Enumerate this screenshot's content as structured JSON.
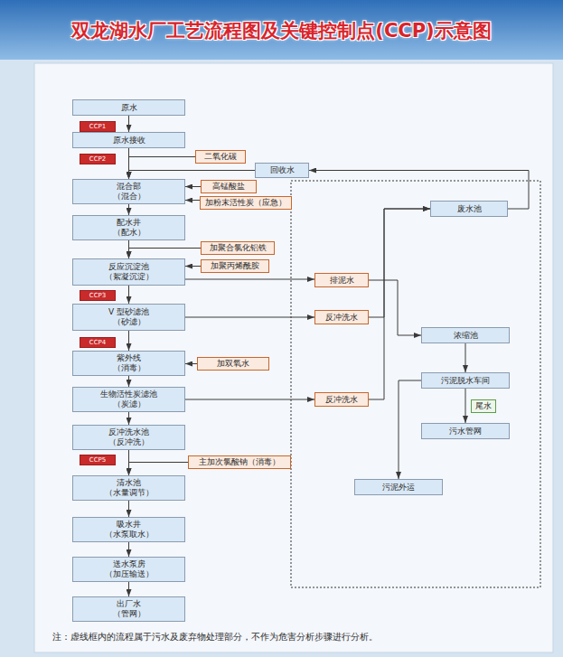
{
  "diagram": {
    "title": "双龙湖水厂工艺流程图及关键控制点(CCP)示意图",
    "nodes": [
      {
        "text": [
          "原水"
        ]
      },
      {
        "text": [
          "CCP1"
        ]
      },
      {
        "text": [
          "原水接收"
        ]
      },
      {
        "text": [
          "CCP2"
        ]
      },
      {
        "text": [
          "二氧化碳"
        ]
      },
      {
        "text": [
          "回收水"
        ]
      },
      {
        "text": [
          "混合部",
          "（混合）"
        ]
      },
      {
        "text": [
          "高锰酸盐"
        ]
      },
      {
        "text": [
          "加粉末活性炭（应急）"
        ]
      },
      {
        "text": [
          "废水池"
        ]
      },
      {
        "text": [
          "配水井",
          "（配水）"
        ]
      },
      {
        "text": [
          "加聚合氯化铝铁"
        ]
      },
      {
        "text": [
          "反应沉淀池",
          "（絮凝沉淀）"
        ]
      },
      {
        "text": [
          "加聚丙烯酰胺"
        ]
      },
      {
        "text": [
          "排泥水"
        ]
      },
      {
        "text": [
          "CCP3"
        ]
      },
      {
        "text": [
          "V 型砂滤池",
          "（砂滤）"
        ]
      },
      {
        "text": [
          "反冲洗水"
        ]
      },
      {
        "text": [
          "浓缩池"
        ]
      },
      {
        "text": [
          "CCP4"
        ]
      },
      {
        "text": [
          "紫外线",
          "（消毒）"
        ]
      },
      {
        "text": [
          "加双氧水"
        ]
      },
      {
        "text": [
          "污泥脱水车间"
        ]
      },
      {
        "text": [
          "生物活性炭滤池",
          "（炭滤）"
        ]
      },
      {
        "text": [
          "反冲洗水"
        ]
      },
      {
        "text": [
          "污水管网"
        ]
      },
      {
        "text": [
          "反冲洗水池",
          "（反冲洗）"
        ]
      },
      {
        "text": [
          "CCP5"
        ]
      },
      {
        "text": [
          "主加次氯酸钠（消毒）"
        ]
      },
      {
        "text": [
          "污泥外运"
        ]
      },
      {
        "text": [
          "清水池",
          "（水量调节）"
        ]
      },
      {
        "text": [
          "吸水井",
          "（水泵取水）"
        ]
      },
      {
        "text": [
          "送水泵房",
          "（加压输送）"
        ]
      },
      {
        "text": [
          "出厂水",
          "（管网）"
        ]
      }
    ],
    "edges": [
      {
        "from": 0,
        "to": 2,
        "arrow": "to"
      },
      {
        "from": 2,
        "to": 6,
        "arrow": "to"
      },
      {
        "from": 6,
        "to": 10,
        "arrow": "to"
      },
      {
        "from": 10,
        "to": 12,
        "arrow": "to"
      },
      {
        "from": 12,
        "to": 16,
        "arrow": "to"
      },
      {
        "from": 16,
        "to": 20,
        "arrow": "to"
      },
      {
        "from": 20,
        "to": 23,
        "arrow": "to"
      },
      {
        "from": 23,
        "to": 26,
        "arrow": "to"
      },
      {
        "from": 26,
        "to": 30,
        "arrow": "to"
      },
      {
        "from": 30,
        "to": 31,
        "arrow": "to"
      },
      {
        "from": 31,
        "to": 32,
        "arrow": "to"
      },
      {
        "from": 32,
        "to": 33,
        "arrow": "to"
      },
      {
        "from": 4,
        "to": 6,
        "arrow": "to"
      },
      {
        "from": 5,
        "to": 6,
        "arrow": "to"
      },
      {
        "from": 7,
        "to": 6,
        "arrow": "to"
      },
      {
        "from": 8,
        "to": 6,
        "arrow": "to"
      },
      {
        "from": 11,
        "to": 12,
        "arrow": "to"
      },
      {
        "from": 13,
        "to": 12,
        "arrow": "to"
      },
      {
        "from": 21,
        "to": 20,
        "arrow": "to"
      },
      {
        "from": 28,
        "to": 30,
        "arrow": "to"
      },
      {
        "from": 12,
        "to": 14,
        "arrow": "to"
      },
      {
        "from": 16,
        "to": 17,
        "arrow": "to"
      },
      {
        "from": 23,
        "to": 24,
        "arrow": "to"
      },
      {
        "from": 17,
        "to": 9,
        "arrow": "to"
      },
      {
        "from": 24,
        "to": 9,
        "arrow": "to"
      },
      {
        "from": 14,
        "to": 18,
        "arrow": "to"
      },
      {
        "from": 9,
        "to": 5,
        "arrow": "to"
      },
      {
        "from": 18,
        "to": 22,
        "arrow": "to"
      },
      {
        "from": 22,
        "to": 25,
        "label": "尾水",
        "arrow": "to"
      },
      {
        "from": 22,
        "to": 29,
        "arrow": "to"
      }
    ],
    "labels": [
      "注：虚线框内的流程属于污水及废弃物处理部分，不作为危害分析步骤进行分析。"
    ]
  }
}
